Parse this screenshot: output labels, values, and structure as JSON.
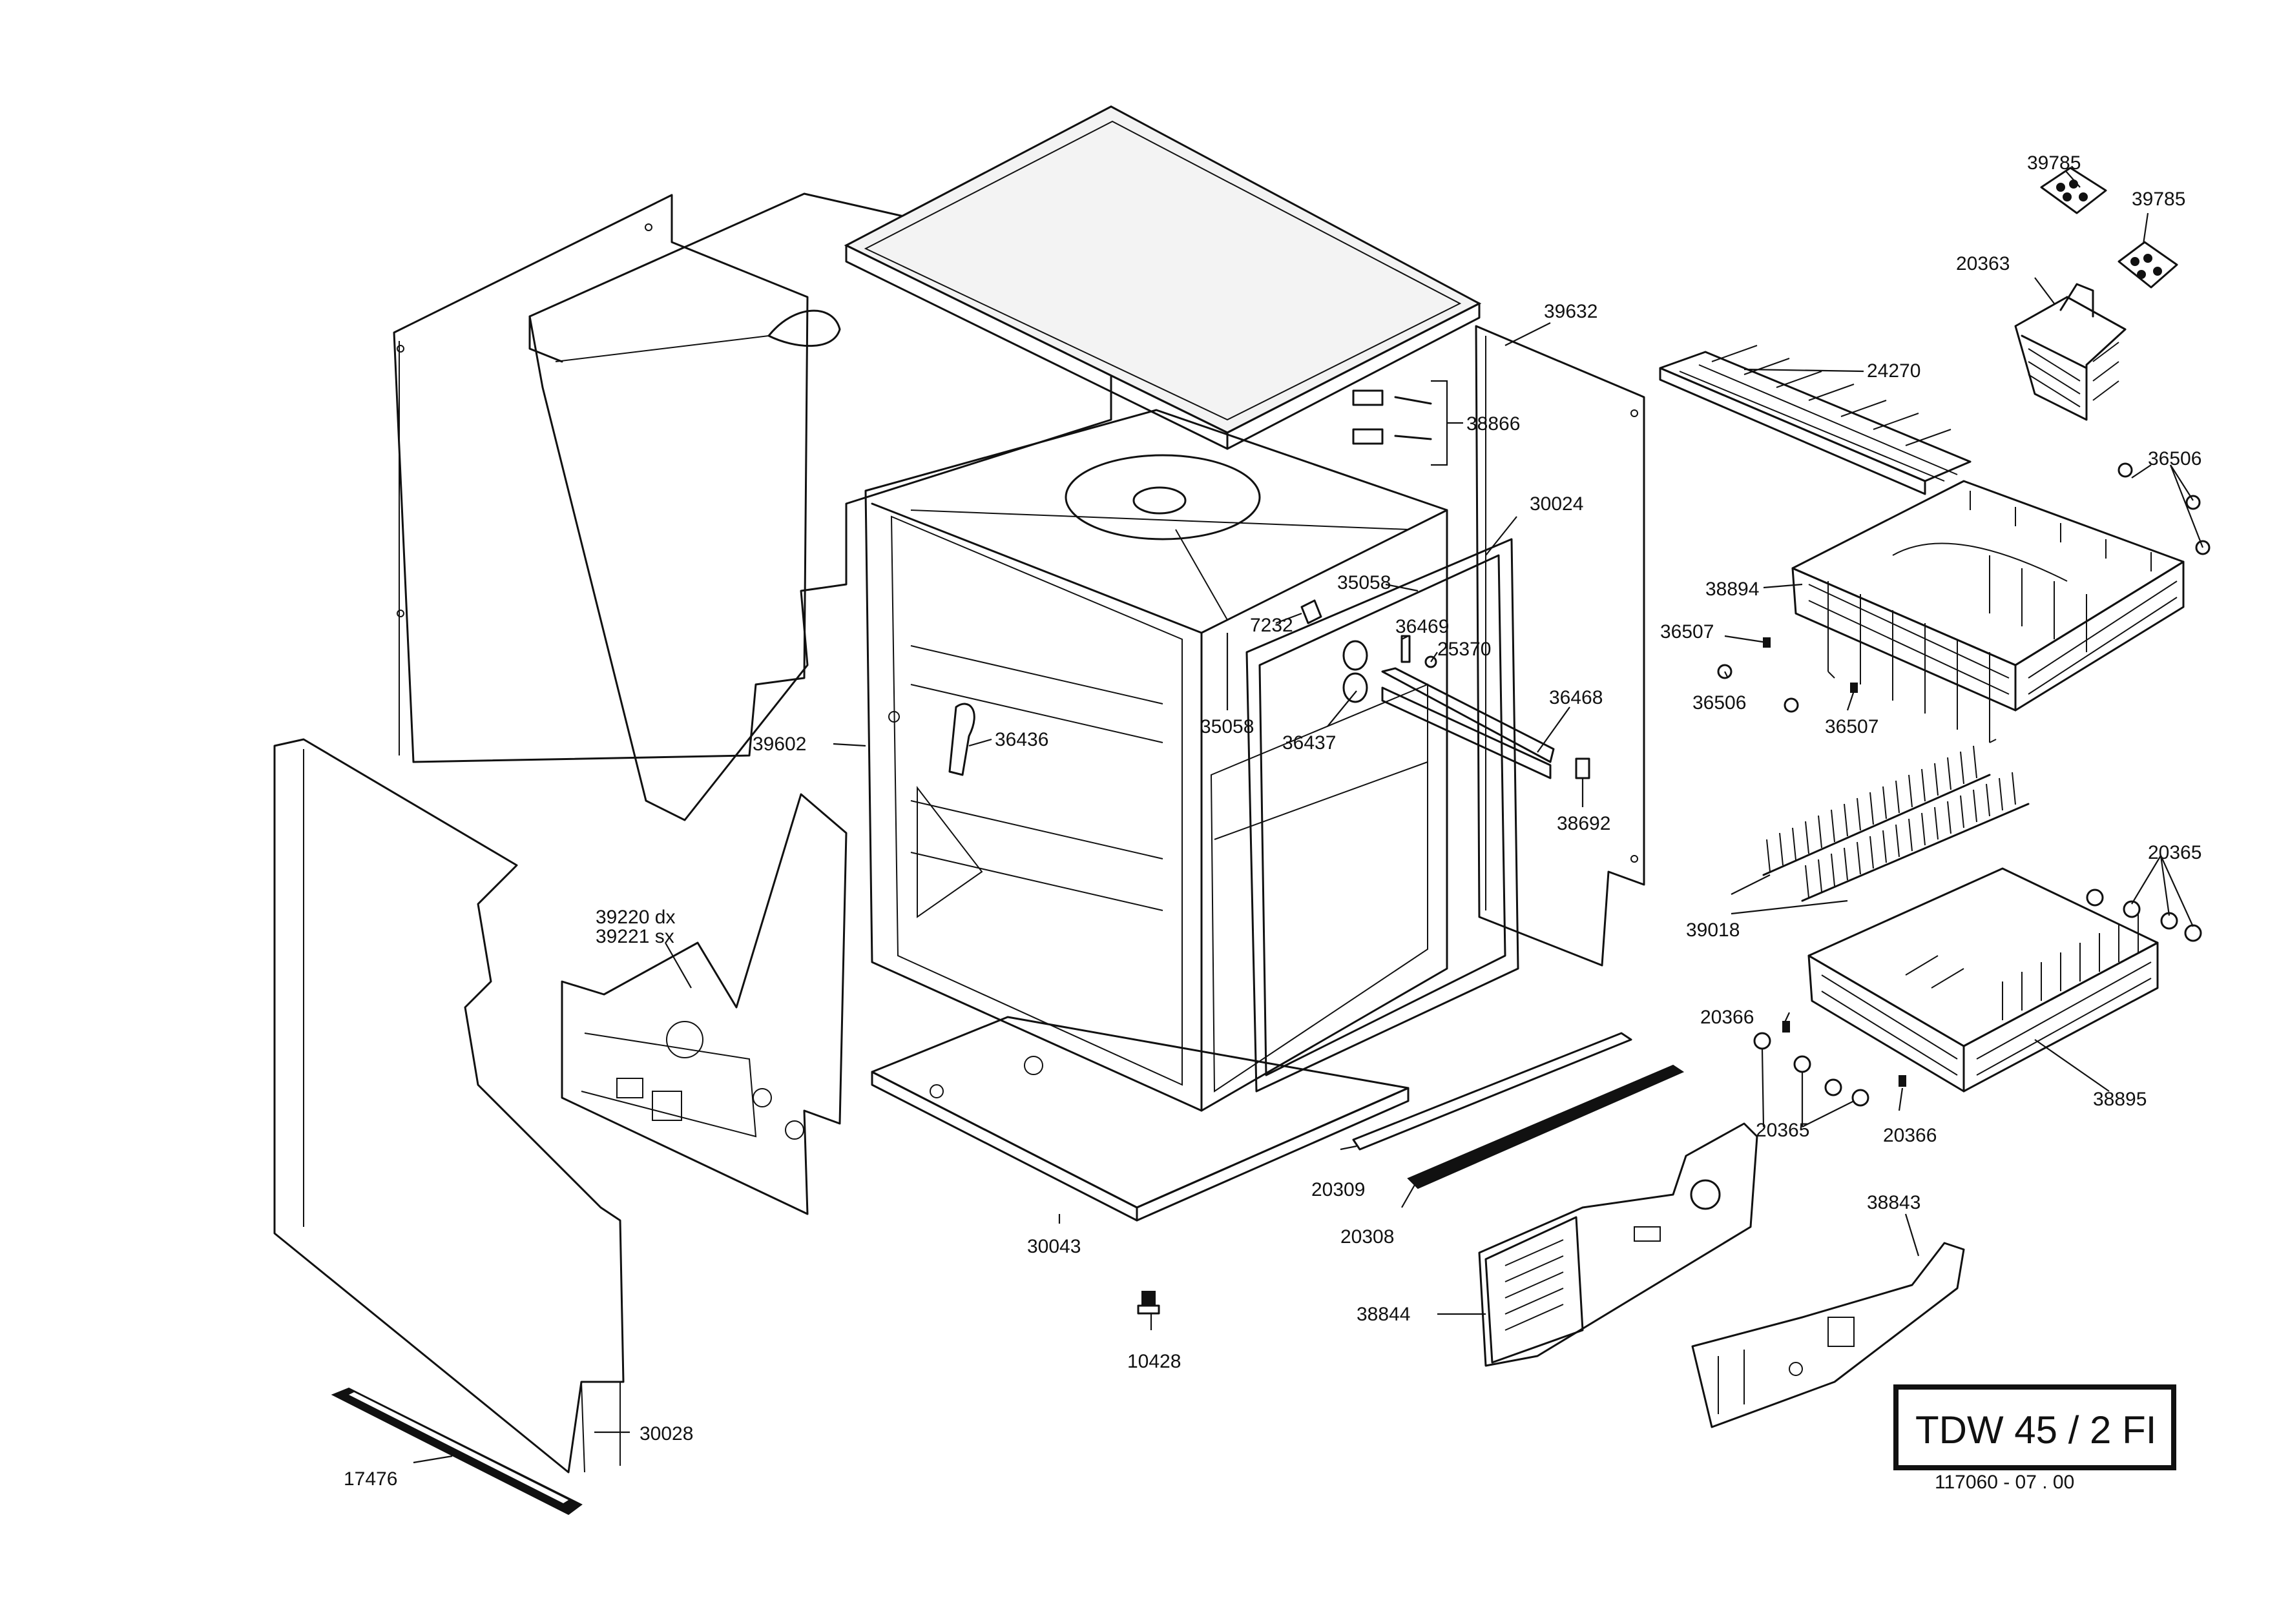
{
  "model": "TDW 45 / 2 FI",
  "doc_number": "117060  -  07 . 00",
  "labels": {
    "p39785a": "39785",
    "p39785b": "39785",
    "p20363": "20363",
    "p39632": "39632",
    "p24270": "24270",
    "p38866": "38866",
    "p30024": "30024",
    "p36506a": "36506",
    "p38894": "38894",
    "p35058a": "35058",
    "p7232": "7232",
    "p36469": "36469",
    "p25370": "25370",
    "p36507a": "36507",
    "p36506b": "36506",
    "p36507b": "36507",
    "p39602": "39602",
    "p36436": "36436",
    "p35058b": "35058",
    "p36437": "36437",
    "p36468": "36468",
    "p38692": "38692",
    "p39220": "39220 dx",
    "p39221": "39221 sx",
    "p20365a": "20365",
    "p39018": "39018",
    "p20366a": "20366",
    "p38895": "38895",
    "p20365b": "20365",
    "p20366b": "20366",
    "p20309": "20309",
    "p20308": "20308",
    "p30043": "30043",
    "p38843": "38843",
    "p38844": "38844",
    "p10428": "10428",
    "p30028": "30028",
    "p17476": "17476"
  }
}
